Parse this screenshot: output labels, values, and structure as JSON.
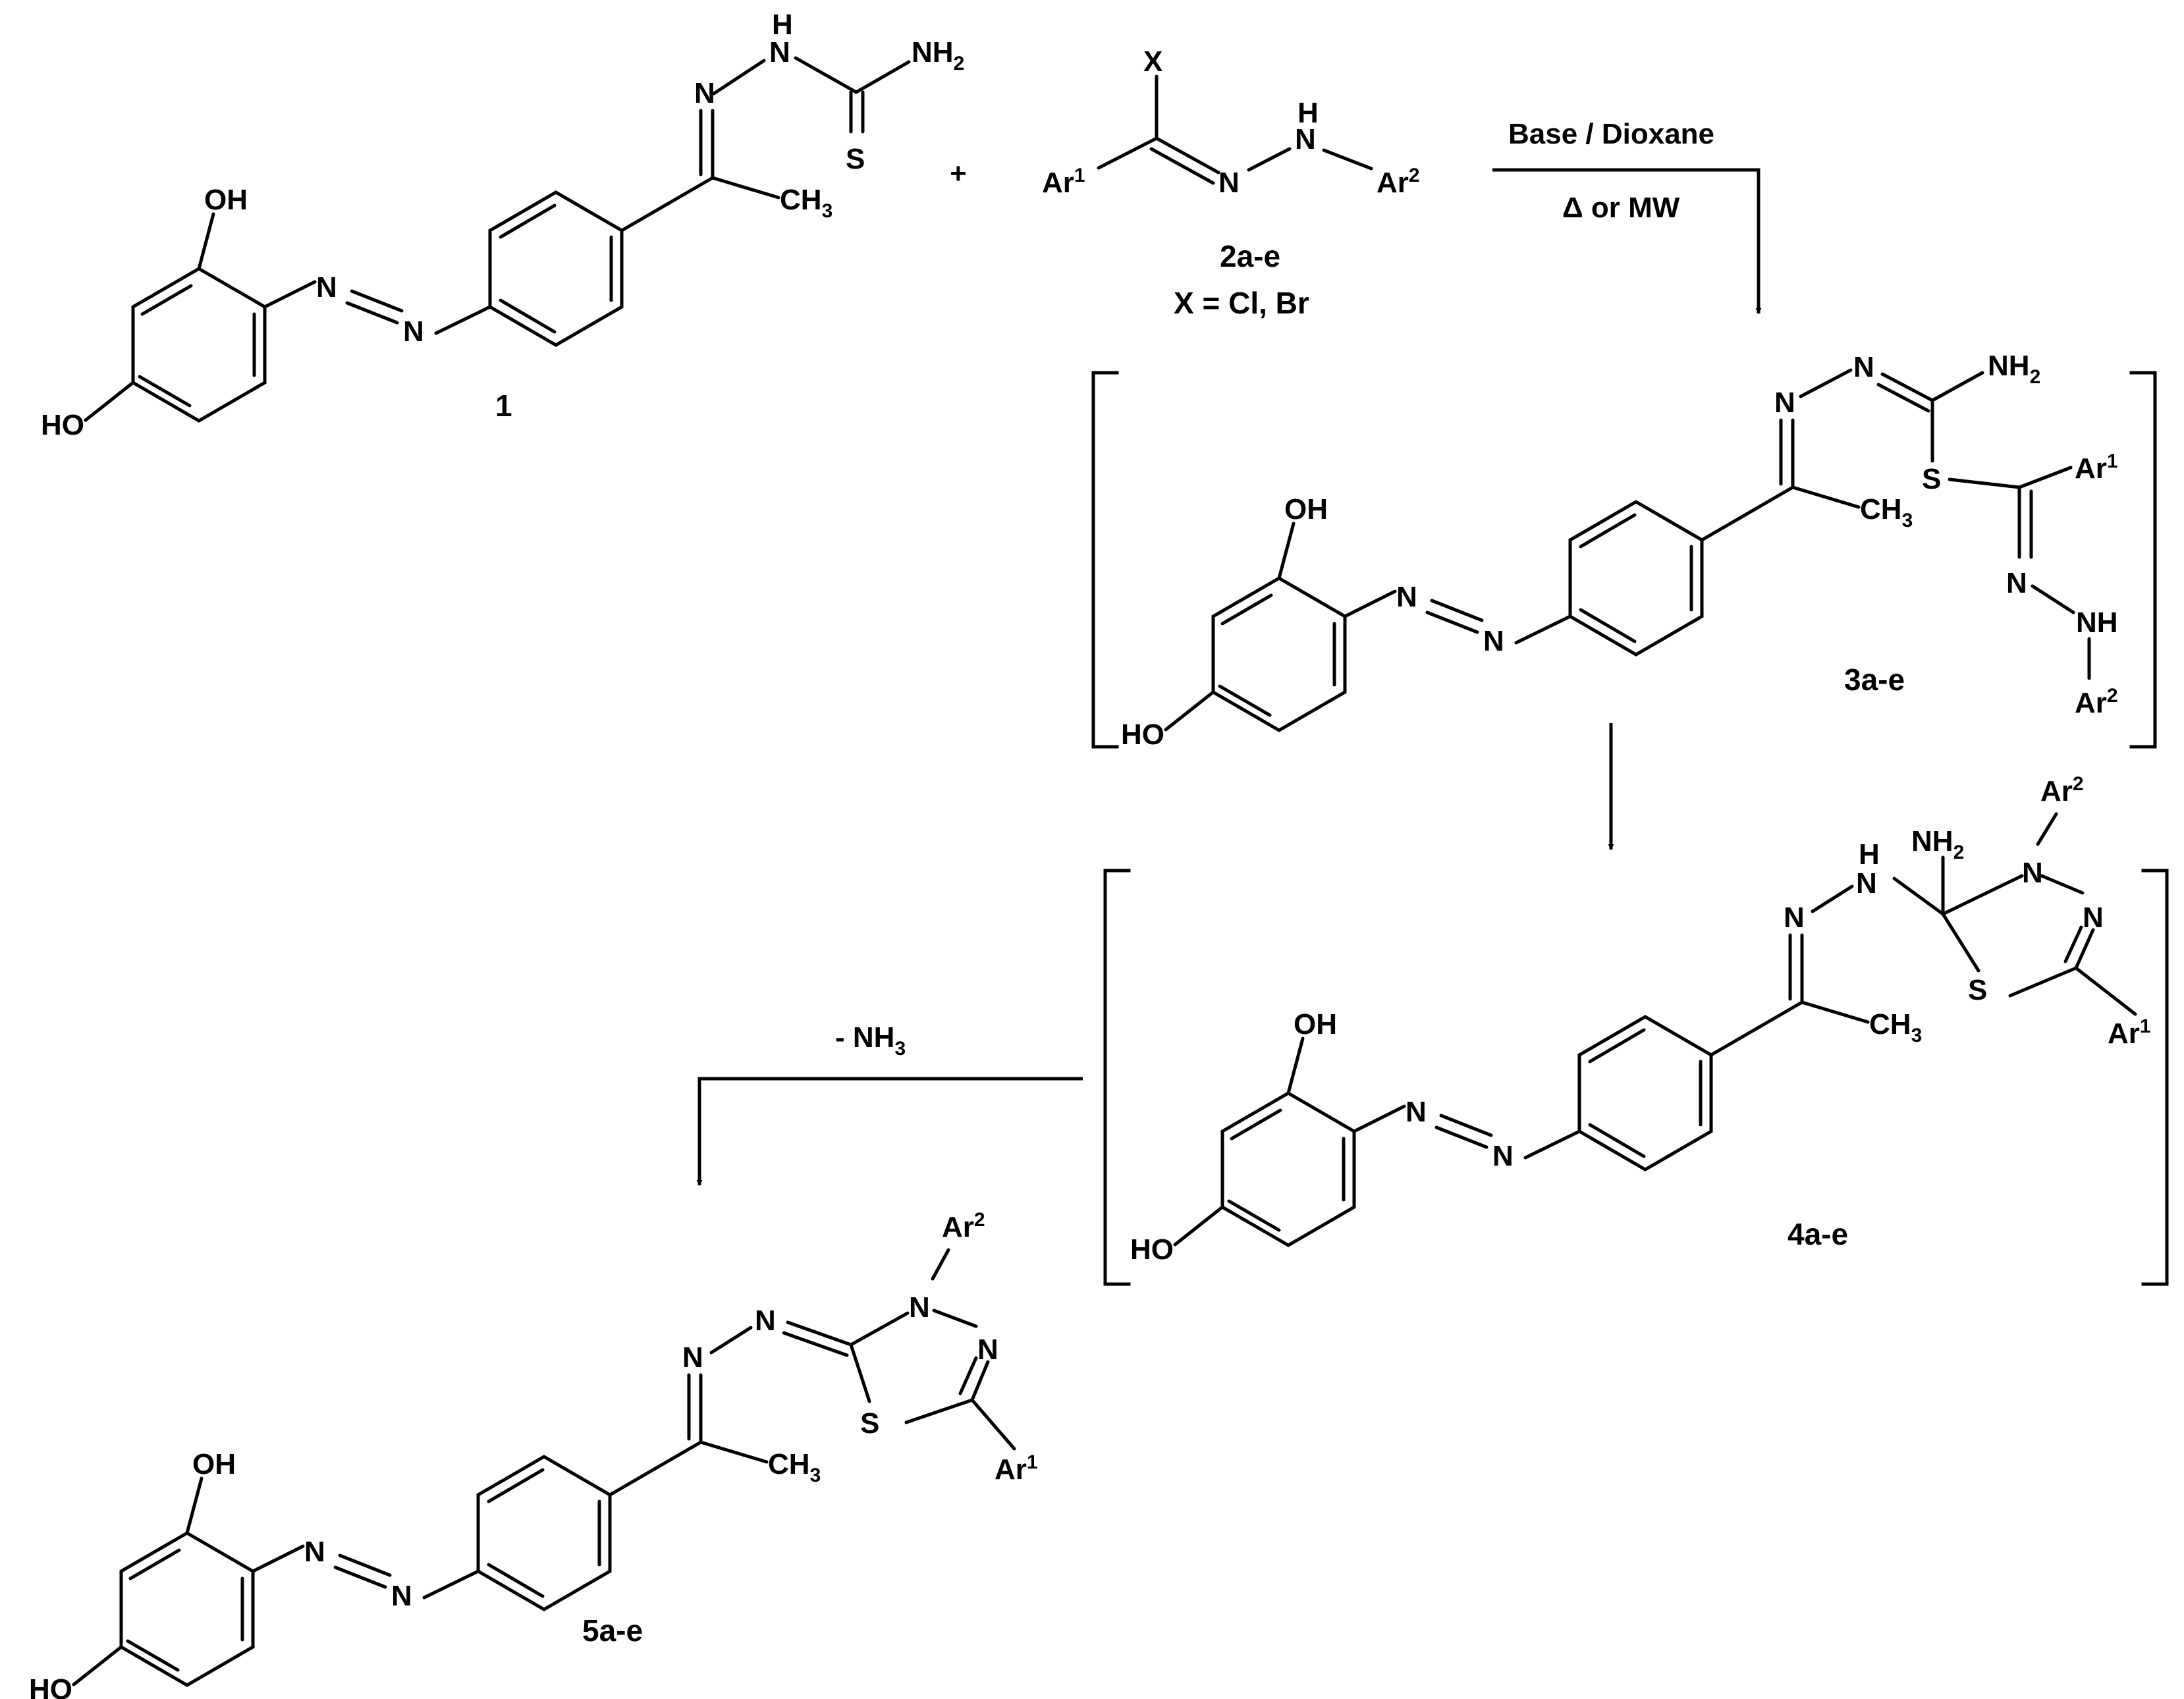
{
  "atoms": {
    "oh": "OH",
    "ho": "HO",
    "n": "N",
    "h": "H",
    "s": "S",
    "nh": "NH",
    "nh2": "NH",
    "ch3": "CH",
    "ar": "Ar",
    "x": "X",
    "sub2": "2",
    "sub3": "3",
    "sup1": "1",
    "sup2": "2",
    "plus": "+"
  },
  "labels": {
    "c1": "1",
    "c2": "2a-e",
    "c2x": "X = Cl, Br",
    "c3": "3a-e",
    "c4": "4a-e",
    "c5": "5a-e"
  },
  "conditions": {
    "top": "Base / Dioxane",
    "bottom": "Δ or MW",
    "elim": "- NH",
    "elim_sub": "3"
  }
}
